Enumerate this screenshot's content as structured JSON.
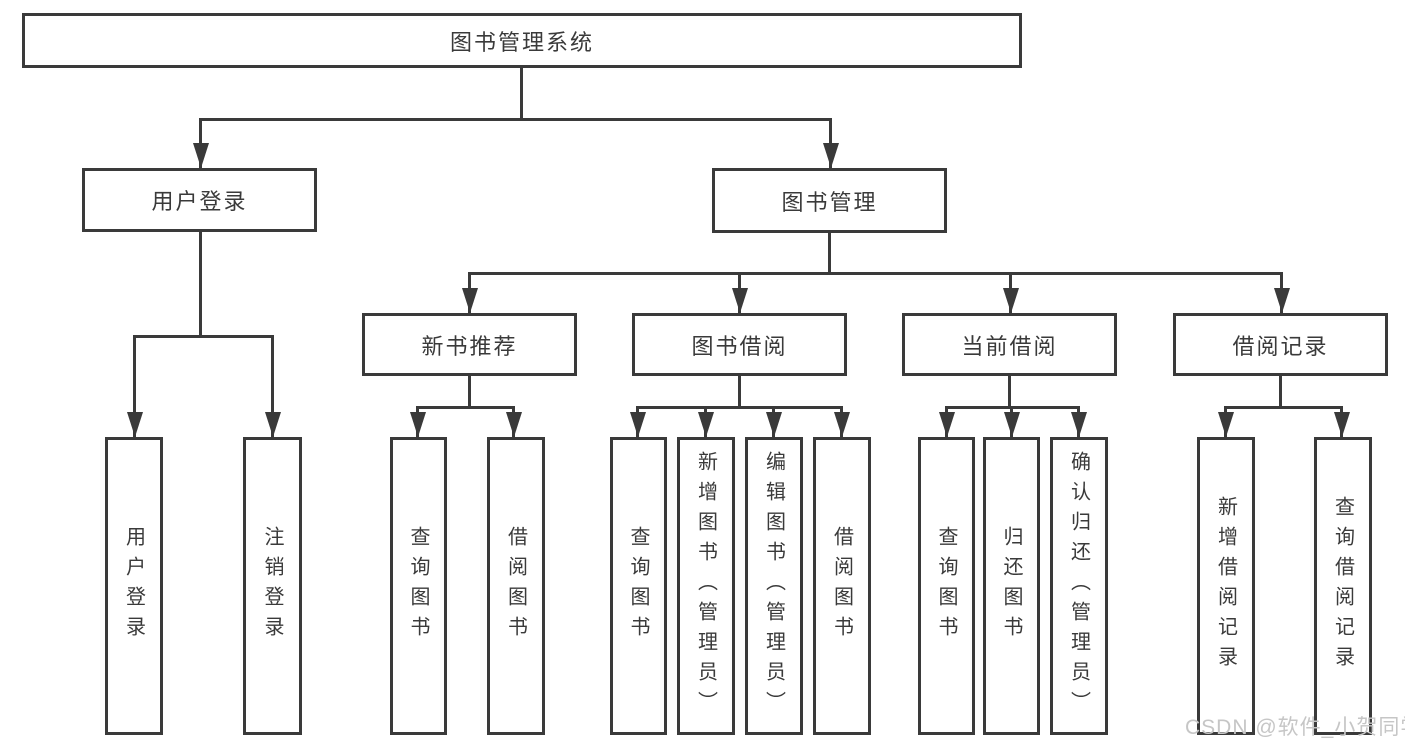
{
  "tree": {
    "root": "图书管理系统",
    "branches": [
      {
        "label": "用户登录",
        "leaves": [
          "用户登录",
          "注销登录"
        ]
      },
      {
        "label": "图书管理",
        "groups": [
          {
            "label": "新书推荐",
            "leaves": [
              "查询图书",
              "借阅图书"
            ]
          },
          {
            "label": "图书借阅",
            "leaves": [
              "查询图书",
              "新增图书（管理员）",
              "编辑图书（管理员）",
              "借阅图书"
            ]
          },
          {
            "label": "当前借阅",
            "leaves": [
              "查询图书",
              "归还图书",
              "确认归还（管理员）"
            ]
          },
          {
            "label": "借阅记录",
            "leaves": [
              "新增借阅记录",
              "查询借阅记录"
            ]
          }
        ]
      }
    ]
  },
  "watermark": {
    "text": "CSDN @软件_小贺同学"
  },
  "colors": {
    "line": "#3a3a3a",
    "box_background": "#ffffff",
    "text": "#3a3a3a",
    "watermark": "#c6c6c6"
  }
}
